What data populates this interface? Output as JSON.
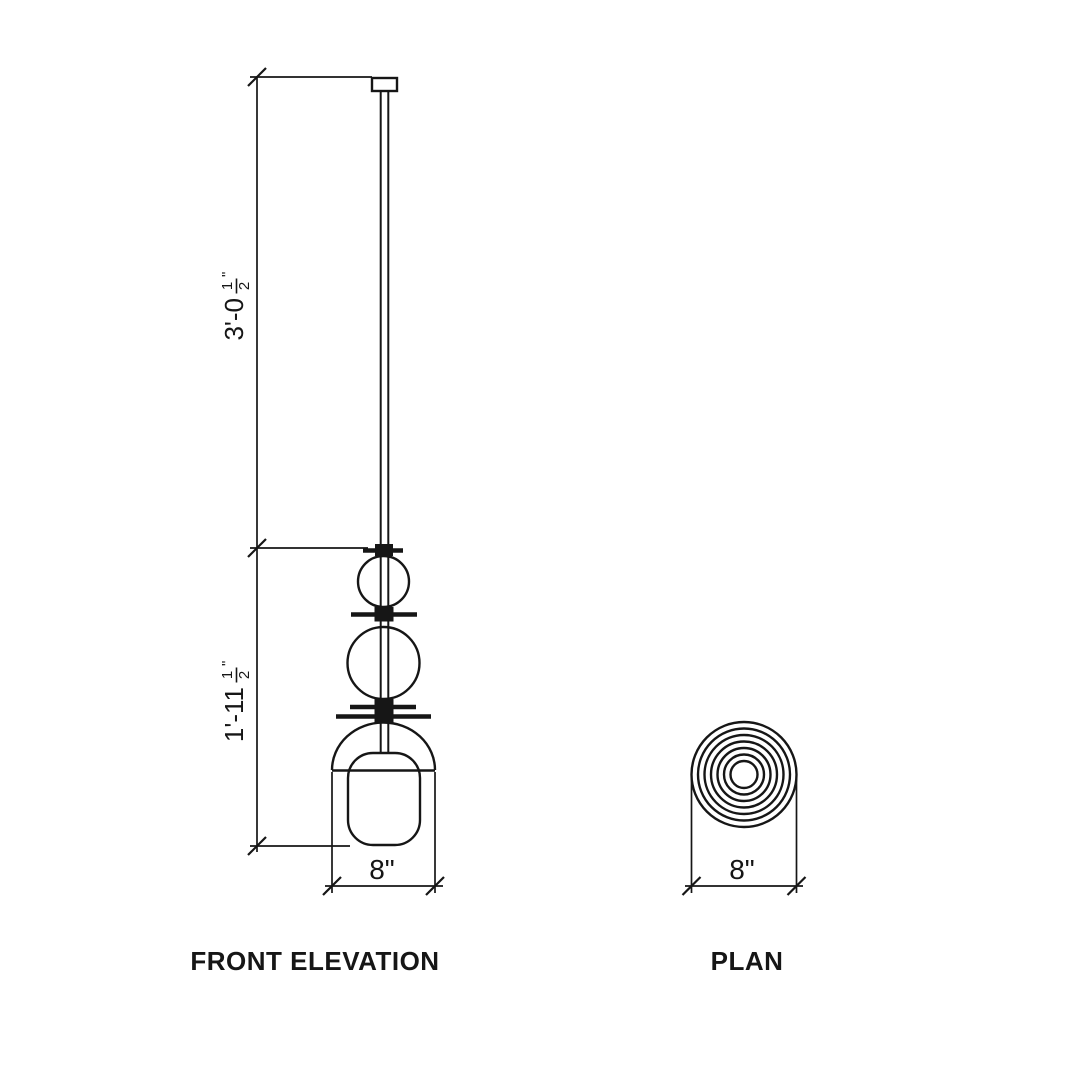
{
  "drawing": {
    "background": "#ffffff",
    "ink": "#161616",
    "front_elevation": {
      "label": "FRONT ELEVATION",
      "dim_drop": {
        "feet": "3'-0",
        "frac_num": "1",
        "frac_den": "2",
        "unit": "\""
      },
      "dim_fixture": {
        "feet": "1'-11",
        "frac_num": "1",
        "frac_den": "2",
        "unit": "\""
      },
      "dim_width": "8\""
    },
    "plan": {
      "label": "PLAN",
      "dim_width": "8\""
    }
  }
}
